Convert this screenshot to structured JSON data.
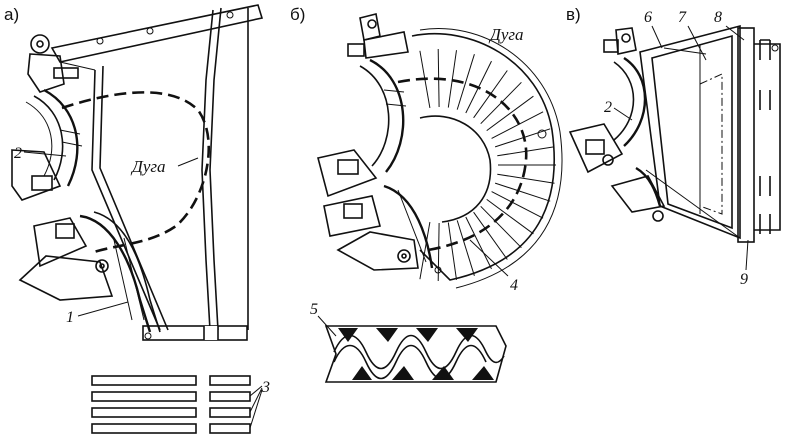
{
  "panels": [
    {
      "id": "a",
      "label": "а)"
    },
    {
      "id": "b",
      "label": "б)"
    },
    {
      "id": "v",
      "label": "в)"
    }
  ],
  "arc_label": "Дуга",
  "callouts": {
    "n1": "1",
    "n2": "2",
    "n3": "3",
    "n4": "4",
    "n5": "5",
    "n6": "6",
    "n7": "7",
    "n8": "8",
    "n9": "9"
  }
}
